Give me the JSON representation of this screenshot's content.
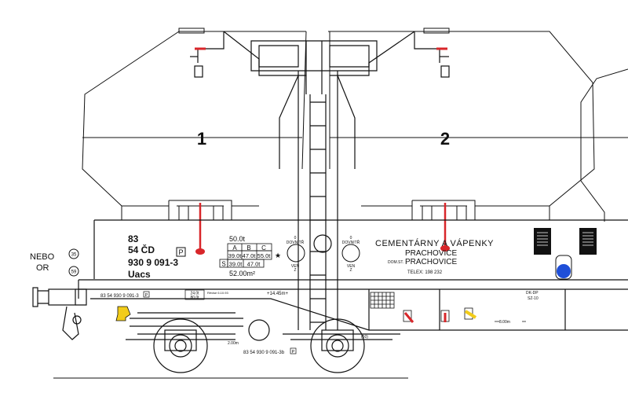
{
  "drawing": {
    "hopper_numbers": [
      "1",
      "2"
    ],
    "alt_label": {
      "line1": "NEBO",
      "line2": "OR"
    },
    "circle_marks": [
      "35",
      "59"
    ],
    "wagon_id": {
      "line1": "83",
      "line2": "54 ČD",
      "line3": "930 9 091-3",
      "line4": "Uacs",
      "p_mark": "P"
    },
    "load_table": {
      "tare": "50.0t",
      "headers": [
        "A",
        "B",
        "C"
      ],
      "row1": [
        "39.0t",
        "47.0t",
        "55.0t"
      ],
      "row2_label": "S",
      "row2": [
        "39.0t",
        "47.0t"
      ],
      "star": "★",
      "length": "52.00m²"
    },
    "lever_left": {
      "top": "0",
      "in_label": "DOVNITŘ",
      "out_label": "VEN",
      "out_sub": "Z"
    },
    "lever_right": {
      "top": "0",
      "in_label": "DOVNITŘ",
      "out_label": "VEN",
      "out_sub": "Z"
    },
    "owner": {
      "line1": "CEMENTÁRNY A VÁPENKY",
      "line2": "PRACHOVICE",
      "dom_label": "DOM.ST.",
      "line3": "PRACHOVICE",
      "telex": "TELEX: 198 232"
    },
    "frame": {
      "number_left": "83 54 930 9 091-3",
      "p_mark": "P",
      "weights_box": [
        "24.0t",
        "80.0t"
      ],
      "small_note": "Rěvise 6.10.93",
      "length_label": "+14.45m+",
      "dk_label": "DK-DP",
      "dk_sub": "SZ-10",
      "dist_label": "8.00m",
      "bogie_dist": "2.00m",
      "number_bottom": "83 54 930 9 091-3b",
      "mark_50": "(50)"
    },
    "colors": {
      "line": "#111111",
      "red": "#d8262a",
      "yellow": "#f2cc1a",
      "blue": "#1f4fd8"
    }
  }
}
